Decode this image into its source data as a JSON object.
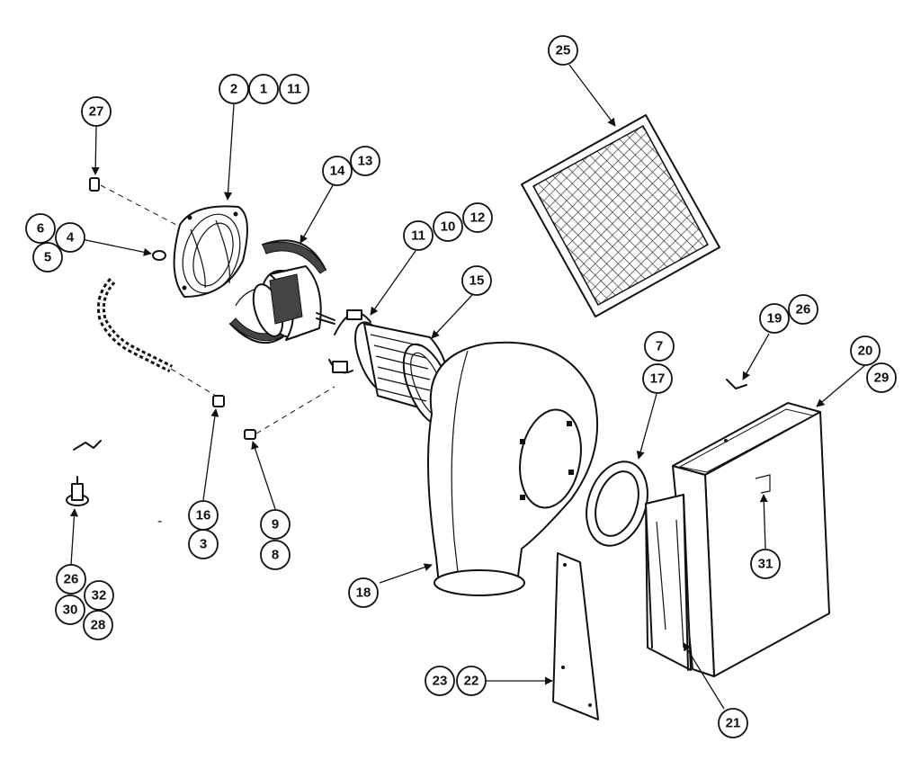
{
  "callouts": [
    {
      "id": "c-2",
      "label": "2"
    },
    {
      "id": "c-1",
      "label": "1"
    },
    {
      "id": "c-11a",
      "label": "11"
    },
    {
      "id": "c-27",
      "label": "27"
    },
    {
      "id": "c-14",
      "label": "14"
    },
    {
      "id": "c-13",
      "label": "13"
    },
    {
      "id": "c-25",
      "label": "25"
    },
    {
      "id": "c-6",
      "label": "6"
    },
    {
      "id": "c-4",
      "label": "4"
    },
    {
      "id": "c-5",
      "label": "5"
    },
    {
      "id": "c-11b",
      "label": "11"
    },
    {
      "id": "c-10",
      "label": "10"
    },
    {
      "id": "c-12",
      "label": "12"
    },
    {
      "id": "c-15",
      "label": "15"
    },
    {
      "id": "c-19",
      "label": "19"
    },
    {
      "id": "c-26a",
      "label": "26"
    },
    {
      "id": "c-7",
      "label": "7"
    },
    {
      "id": "c-17",
      "label": "17"
    },
    {
      "id": "c-20",
      "label": "20"
    },
    {
      "id": "c-29",
      "label": "29"
    },
    {
      "id": "c-16",
      "label": "16"
    },
    {
      "id": "c-3",
      "label": "3"
    },
    {
      "id": "c-9",
      "label": "9"
    },
    {
      "id": "c-8",
      "label": "8"
    },
    {
      "id": "c-31",
      "label": "31"
    },
    {
      "id": "c-26b",
      "label": "26"
    },
    {
      "id": "c-32",
      "label": "32"
    },
    {
      "id": "c-30",
      "label": "30"
    },
    {
      "id": "c-28",
      "label": "28"
    },
    {
      "id": "c-18",
      "label": "18"
    },
    {
      "id": "c-23",
      "label": "23"
    },
    {
      "id": "c-22",
      "label": "22"
    },
    {
      "id": "c-21",
      "label": "21"
    }
  ],
  "stray_mark": "-"
}
